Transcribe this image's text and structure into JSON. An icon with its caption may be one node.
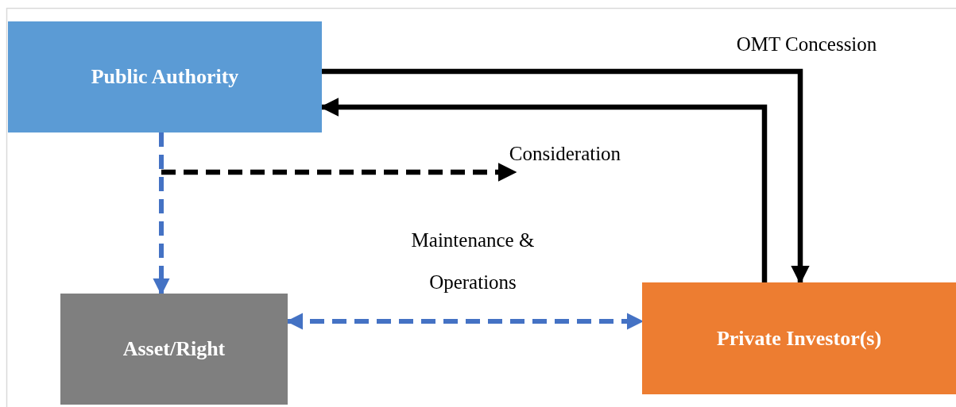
{
  "diagram": {
    "nodes": [
      {
        "text": [
          "Public Authority"
        ]
      },
      {
        "text": [
          "Asset/Right"
        ]
      },
      {
        "text": [
          "Private Investor(s)"
        ]
      },
      {
        "text": [
          "Consideration"
        ]
      }
    ],
    "edges": [
      {
        "from": 0,
        "to": 2,
        "arrow": "to",
        "label": "OMT Concession"
      },
      {
        "from": 2,
        "to": 0,
        "arrow": "to"
      },
      {
        "from": 0,
        "to": 1,
        "arrow": "to",
        "style": "dashed",
        "color": "#4472c4"
      },
      {
        "from": null,
        "to": 3,
        "arrow": "to",
        "style": "dashed"
      },
      {
        "from": 1,
        "to": 2,
        "arrow": "both",
        "style": "dashed",
        "color": "#4472c4",
        "label": "Maintenance & Operations"
      }
    ]
  }
}
